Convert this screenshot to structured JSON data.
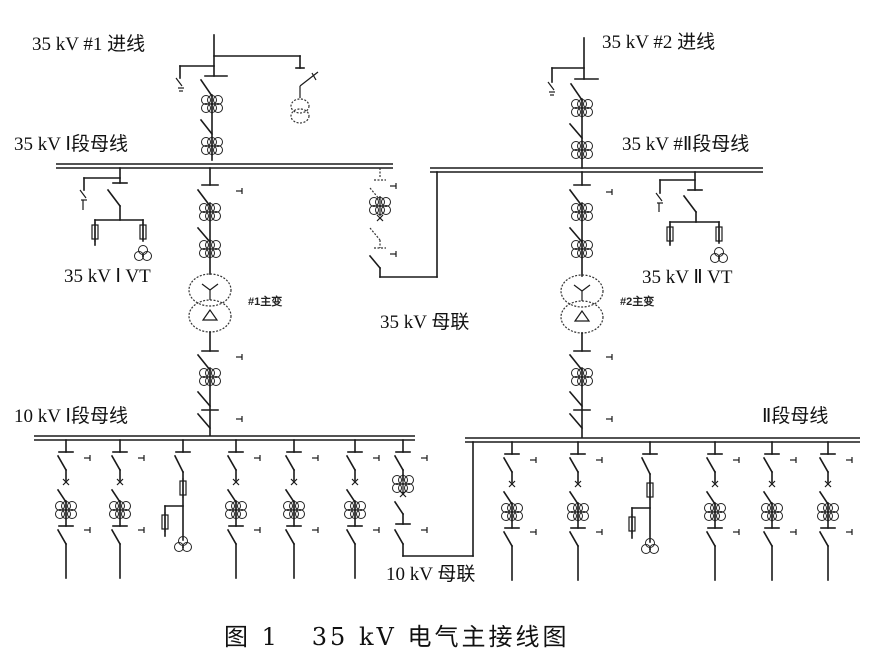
{
  "figure": {
    "caption": "图 1   35 kV 电气主接线图"
  },
  "labels": {
    "incoming_1": "35 kV #1 进线",
    "incoming_2": "35 kV #2 进线",
    "bus_35_1": "35 kV  Ⅰ段母线",
    "bus_35_2": "35 kV #Ⅱ段母线",
    "vt_35_1": "35 kV Ⅰ VT",
    "vt_35_2": "35 kV Ⅱ VT",
    "transformer_1": "#1主变",
    "transformer_2": "#2主变",
    "bus_tie_35": "35 kV 母联",
    "bus_10_1": "10 kV  Ⅰ段母线",
    "bus_10_2": "Ⅱ段母线",
    "bus_tie_10": "10 kV 母联"
  },
  "feeders_10kv": {
    "section_1": [
      "feeder",
      "feeder",
      "pt",
      "feeder",
      "feeder",
      "feeder",
      "bus-tie"
    ],
    "section_2": [
      "feeder",
      "feeder",
      "pt",
      "feeder",
      "feeder",
      "feeder"
    ]
  }
}
